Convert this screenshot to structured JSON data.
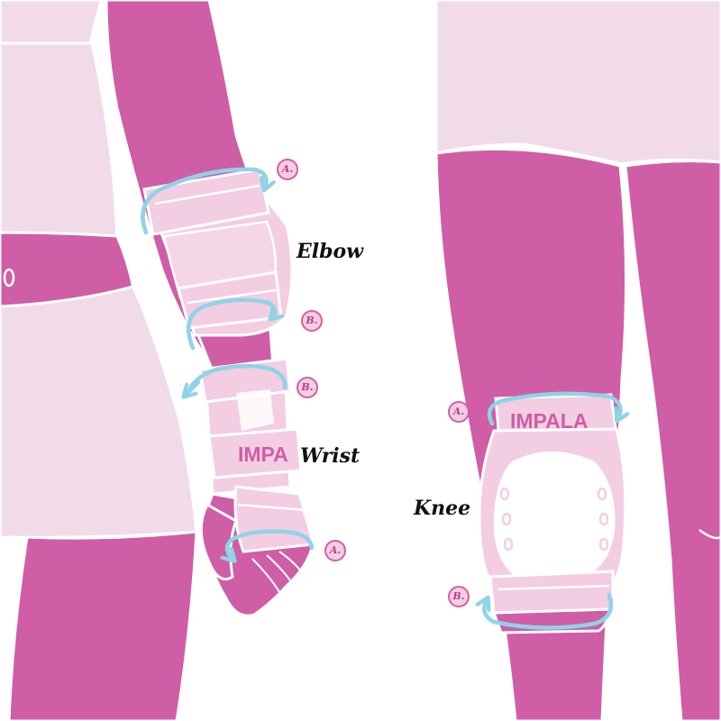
{
  "labels": {
    "elbow": "Elbow",
    "wrist": "Wrist",
    "knee": "Knee"
  },
  "markers": {
    "elbow_a": "A.",
    "elbow_b": "B.",
    "wrist_b": "B.",
    "wrist_a": "A.",
    "knee_a": "A.",
    "knee_b": "B."
  },
  "logos": {
    "wrist_guard": "IMPA",
    "knee_pad": "IMPALA"
  },
  "colors": {
    "skin": "#cf5ea6",
    "clothing": "#f1dbe9",
    "pad": "#f3cde2",
    "outline": "#ffffff",
    "measure_arrow": "#8fd3e6",
    "label_text": "#111111"
  }
}
